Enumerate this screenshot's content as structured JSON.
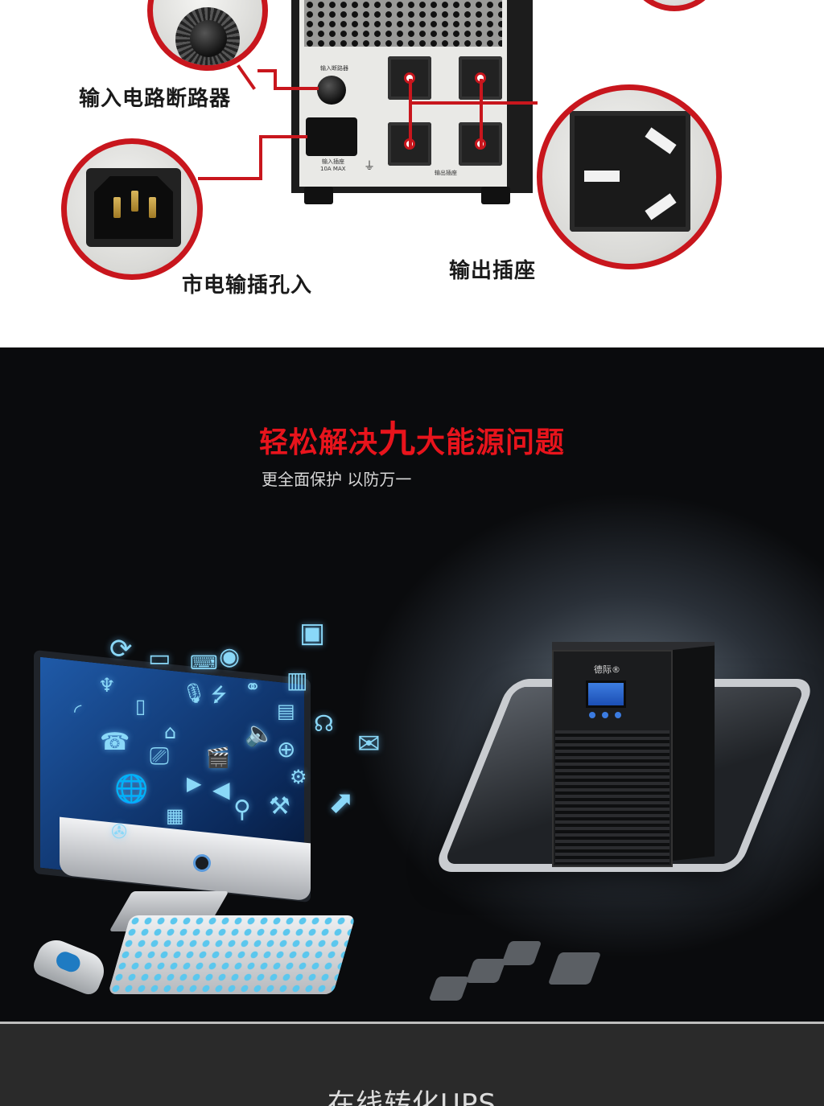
{
  "rear_panel": {
    "labels": {
      "breaker": "输入电路断路器",
      "inlet": "市电输插孔入",
      "outlet": "输出插座"
    },
    "small_print": {
      "breaker_tag": "输入断路器",
      "inlet_tag": "输入插座",
      "inlet_rating": "10A MAX",
      "outlet_tag": "输出插座"
    }
  },
  "feature": {
    "headline_pre": "轻松解决",
    "headline_emph": "九",
    "headline_post": "大能源问题",
    "subline": "更全面保护 以防万一",
    "ups_brand": "德际®"
  },
  "next_section": {
    "title": "在线转化UPS"
  },
  "colors": {
    "accent_red": "#c8161d",
    "headline_red": "#e8141c",
    "icon_blue": "#8ad8f8"
  },
  "icons": [
    "refresh-icon",
    "monitor-icon",
    "keyboard-icon",
    "film-reel-icon",
    "speaker-icon",
    "antenna-icon",
    "phone-icon",
    "microphone-icon",
    "usb-icon",
    "network-icon",
    "wifi-icon",
    "mobile-icon",
    "home-icon",
    "sd-card-icon",
    "equalizer-icon",
    "headphones-icon",
    "globe-icon",
    "cellphone-icon",
    "gamepad-icon",
    "clapper-icon",
    "mail-icon",
    "cursor-icon",
    "search-icon",
    "tools-icon",
    "gear-icon",
    "play-icon",
    "film-icon",
    "calendar-icon"
  ]
}
